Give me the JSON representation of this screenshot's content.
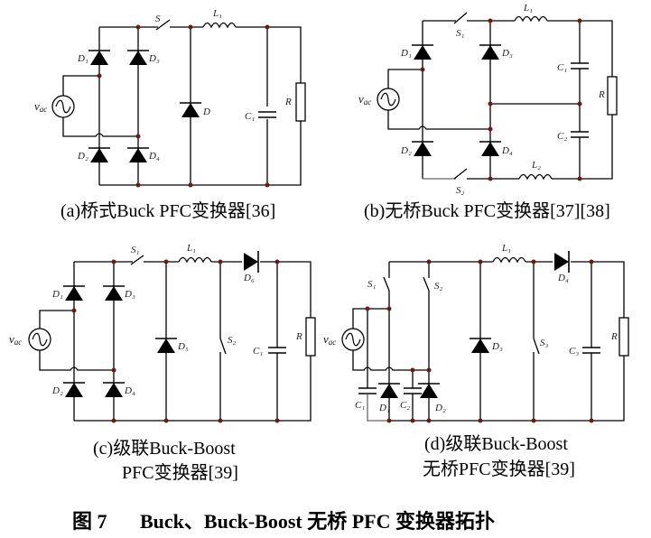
{
  "figure": {
    "title_prefix": "图 7",
    "title_text": "Buck、Buck-Boost 无桥 PFC 变换器拓扑"
  },
  "panels": [
    {
      "id": "a",
      "caption_lines": [
        "(a)桥式Buck PFC变换器[36]"
      ],
      "labels": {
        "source": "v",
        "source_sub": "ac",
        "d1": "D₁",
        "d2": "D₂",
        "d3": "D₃",
        "d4": "D₄",
        "d": "D",
        "s": "S",
        "l": "L₁",
        "c": "C₁",
        "r": "R"
      }
    },
    {
      "id": "b",
      "caption_lines": [
        "(b)无桥Buck PFC变换器[37][38]"
      ],
      "labels": {
        "source": "v",
        "source_sub": "ac",
        "d1": "D₁",
        "d2": "D₂",
        "d3": "D₃",
        "d4": "D₄",
        "s1": "S₁",
        "s2": "S₂",
        "l1": "L₁",
        "l2": "L₂",
        "c1": "C₁",
        "c2": "C₂",
        "r": "R"
      }
    },
    {
      "id": "c",
      "caption_lines": [
        "(c)级联Buck-Boost",
        "PFC变换器[39]"
      ],
      "labels": {
        "source": "v",
        "source_sub": "ac",
        "d1": "D₁",
        "d2": "D₂",
        "d3": "D₃",
        "d4": "D₄",
        "d5": "D₅",
        "d6": "D₆",
        "s1": "S₁",
        "s2": "S₂",
        "l": "L₁",
        "c": "C₁",
        "r": "R"
      }
    },
    {
      "id": "d",
      "caption_lines": [
        "(d)级联Buck-Boost",
        "无桥PFC变换器[39]"
      ],
      "labels": {
        "source": "v",
        "source_sub": "ac",
        "d1": "D₁",
        "d2": "D₂",
        "d3": "D₃",
        "d4": "D₄",
        "s1": "S₁",
        "s2": "S₂",
        "s3": "S₃",
        "l": "L₁",
        "c1": "C₁",
        "c2": "C₂",
        "c3": "C₃",
        "r": "R"
      }
    }
  ]
}
